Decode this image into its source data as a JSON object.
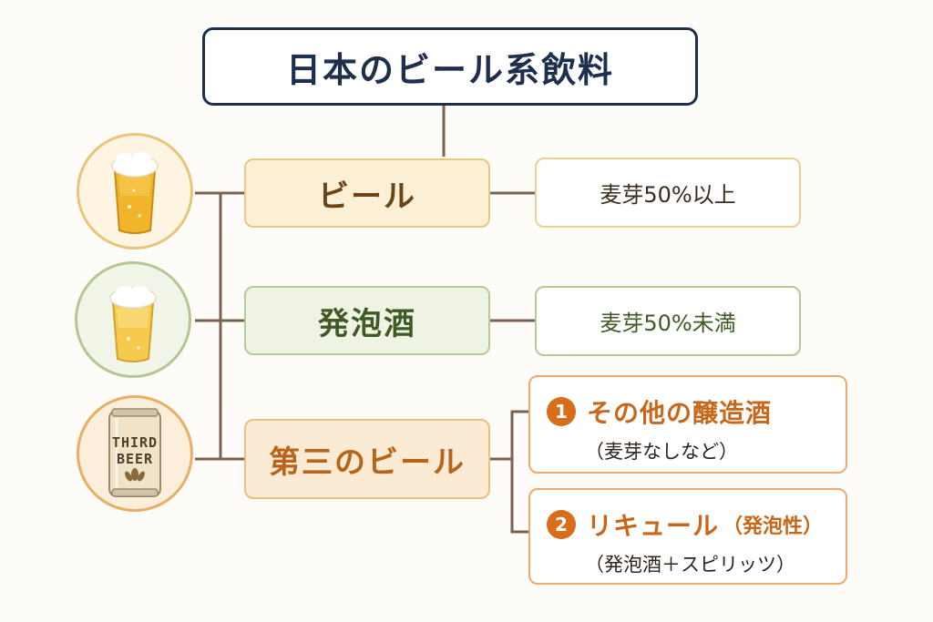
{
  "title": "日本のビール系飲料",
  "categories": {
    "beer": {
      "label": "ビール",
      "description": "麦芽50%以上"
    },
    "happoshu": {
      "label": "発泡酒",
      "description": "麦芽50%未満"
    },
    "third_beer": {
      "label": "第三のビール",
      "subtypes": [
        {
          "number": "1",
          "title": "その他の醸造酒",
          "suffix": "",
          "note": "（麦芽なしなど）"
        },
        {
          "number": "2",
          "title": "リキュール",
          "suffix": "（発泡性）",
          "note": "（発泡酒＋スピリッツ）"
        }
      ]
    }
  },
  "can_label": {
    "line1": "THIRD",
    "line2": "BEER"
  },
  "colors": {
    "title": "#1e2f4d",
    "beer": "#6b4417",
    "happoshu": "#3f5a24",
    "third_beer": "#b8651c",
    "connector": "#7a6150"
  }
}
